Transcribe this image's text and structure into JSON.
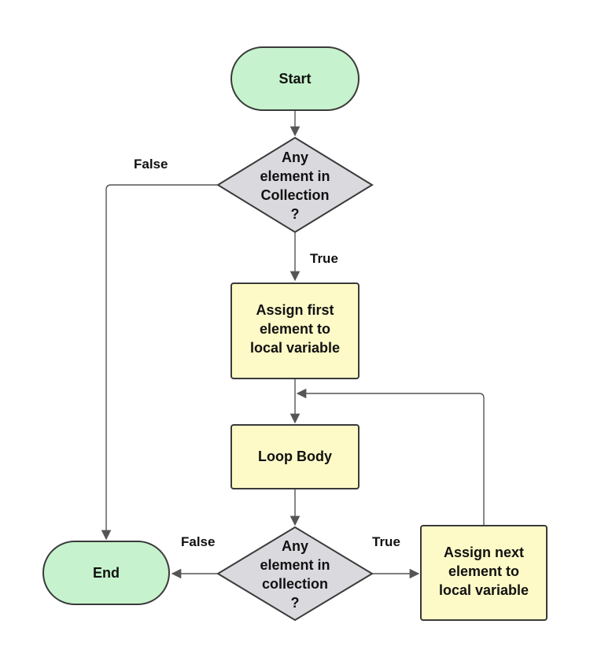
{
  "colors": {
    "terminal_fill": "#c6f3cd",
    "process_fill": "#fdfac7",
    "decision_fill": "#d9d9de",
    "stroke": "#3a3a3a",
    "connector": "#555555",
    "text": "#111111"
  },
  "nodes": {
    "start": {
      "label": "Start"
    },
    "decision_first": {
      "line1": "Any",
      "line2": "element in",
      "line3": "Collection",
      "line4": "?"
    },
    "assign_first": {
      "line1": "Assign first",
      "line2": "element to",
      "line3": "local variable"
    },
    "loop_body": {
      "label": "Loop Body"
    },
    "decision_next": {
      "line1": "Any",
      "line2": "element in",
      "line3": "collection",
      "line4": "?"
    },
    "assign_next": {
      "line1": "Assign next",
      "line2": "element to",
      "line3": "local variable"
    },
    "end": {
      "label": "End"
    }
  },
  "edges": {
    "first_false": "False",
    "first_true": "True",
    "next_false": "False",
    "next_true": "True"
  }
}
